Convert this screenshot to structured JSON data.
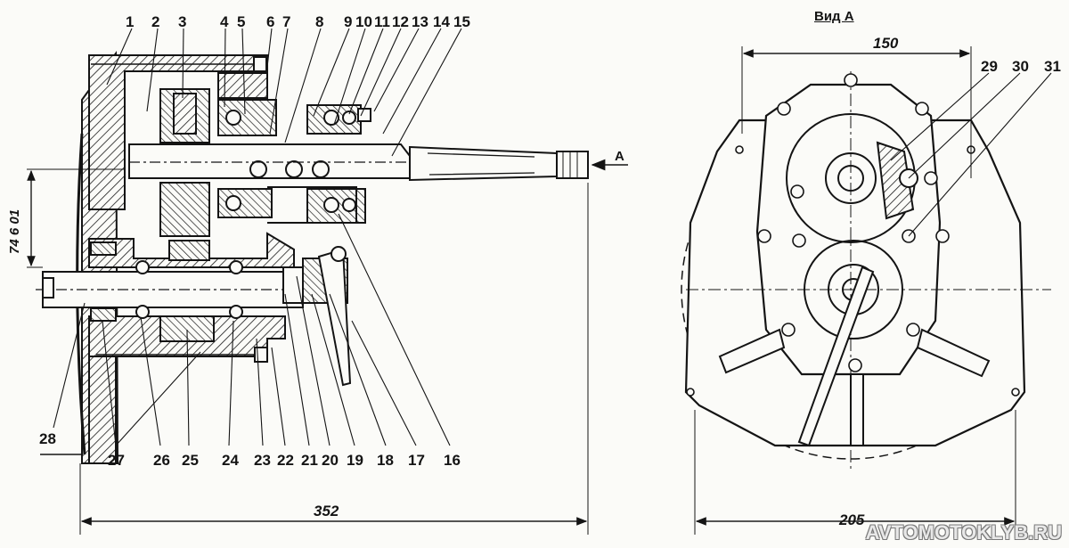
{
  "section_view": {
    "part_numbers": [
      "1",
      "2",
      "3",
      "4",
      "5",
      "6",
      "7",
      "8",
      "9",
      "10",
      "11",
      "12",
      "13",
      "14",
      "15",
      "16",
      "17",
      "18",
      "19",
      "20",
      "21",
      "22",
      "23",
      "24",
      "25",
      "26",
      "27",
      "28"
    ],
    "arrow_label": "A",
    "dimension_overall_length": "352",
    "dimension_shaft_distance": "74 6 01"
  },
  "end_view": {
    "title": "Вид А",
    "part_numbers": [
      "29",
      "30",
      "31"
    ],
    "dimension_top_width": "150",
    "dimension_bottom_width": "205"
  },
  "watermark": "AVTOMOTOKLYB.RU"
}
